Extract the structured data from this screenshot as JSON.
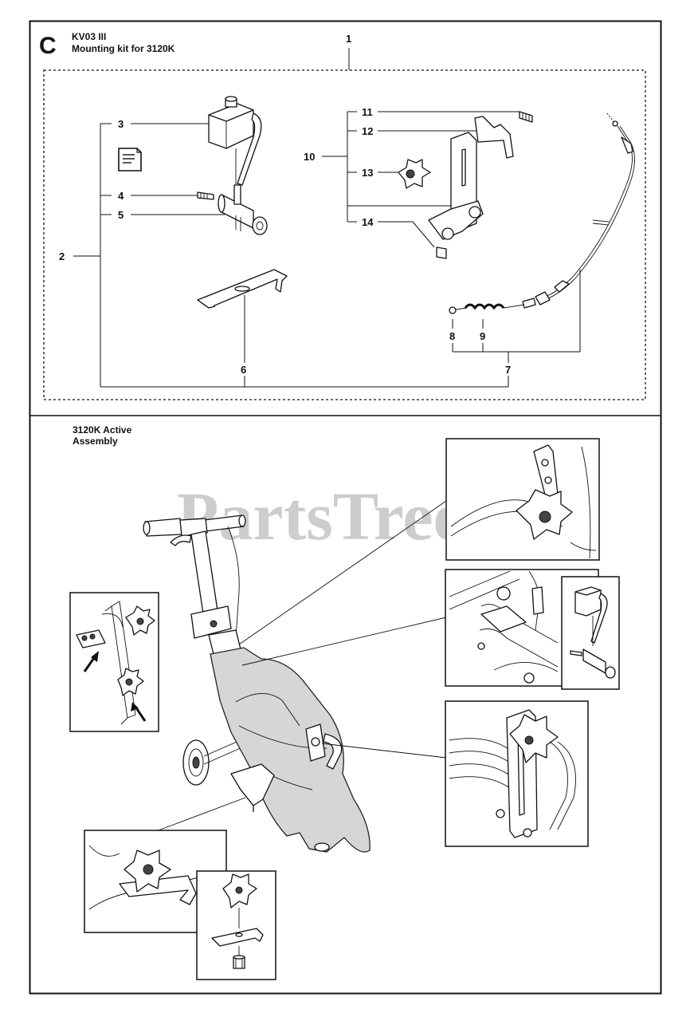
{
  "section": {
    "letter": "C",
    "code": "KV03 III",
    "title": "Mounting kit for 3120K"
  },
  "assembly_caption": {
    "line1": "3120K Active",
    "line2": "Assembly"
  },
  "watermark": "PartsTree",
  "callouts": [
    "1",
    "2",
    "3",
    "4",
    "5",
    "6",
    "7",
    "8",
    "9",
    "10",
    "11",
    "12",
    "13",
    "14"
  ],
  "icons": [
    "document-icon",
    "arrow-icon"
  ]
}
